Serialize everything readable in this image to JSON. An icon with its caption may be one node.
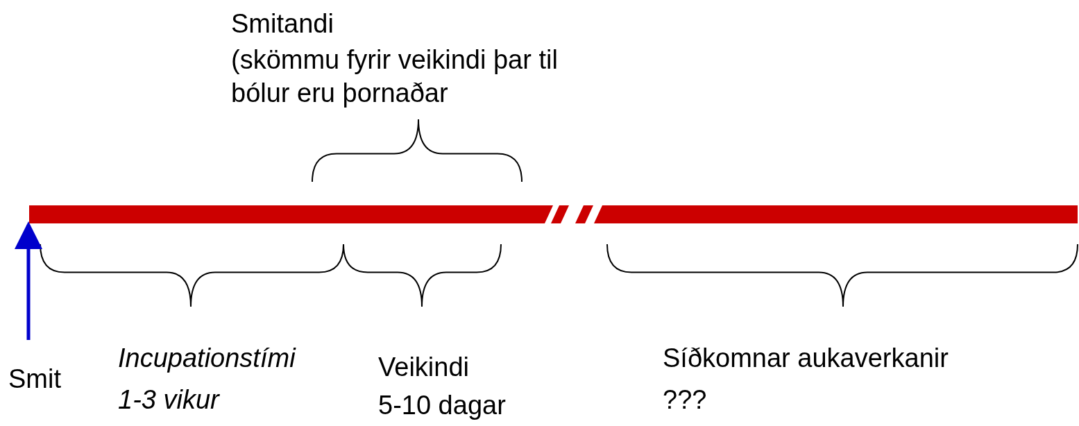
{
  "diagram": {
    "nodes": [
      {
        "text": [
          "Smit"
        ]
      },
      {
        "text": [],
        "shape": "bar"
      }
    ],
    "edges": [
      {
        "from": 0,
        "to": 1,
        "arrow": "to"
      }
    ],
    "labels": [
      "Smitandi",
      "(skömmu fyrir veikindi þar til bólur eru þornaðar",
      "Incupationstími",
      "1-3 vikur",
      "Veikindi",
      "5-10 dagar",
      "Síðkomnar aukaverkanir",
      "???"
    ]
  }
}
